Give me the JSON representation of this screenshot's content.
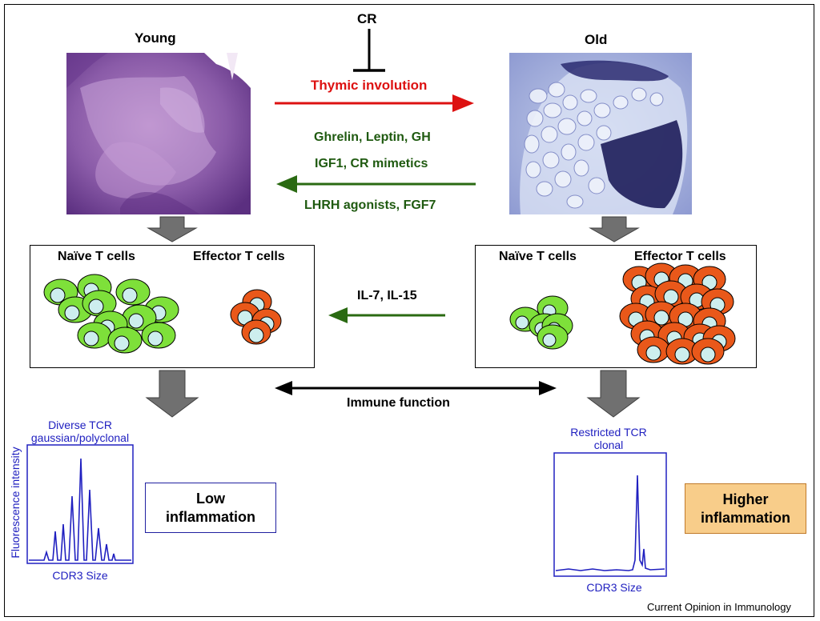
{
  "labels": {
    "young": "Young",
    "old": "Old",
    "cr": "CR",
    "thymic_involution": "Thymic involution",
    "factors_line1": "Ghrelin, Leptin, GH",
    "factors_line2": "IGF1, CR mimetics",
    "factors_line3": "LHRH agonists, FGF7",
    "cytokines": "IL-7, IL-15",
    "immune_function": "Immune function"
  },
  "left_cells": {
    "naive_label": "Naïve T cells",
    "effector_label": "Effector T cells"
  },
  "right_cells": {
    "naive_label": "Naïve T cells",
    "effector_label": "Effector T cells"
  },
  "left_tcr": {
    "title_line1": "Diverse TCR",
    "title_line2": "gaussian/polyclonal",
    "ylabel": "Fluorescence intensity",
    "xlabel": "CDR3 Size"
  },
  "right_tcr": {
    "title_line1": "Restricted TCR",
    "title_line2": "clonal",
    "xlabel": "CDR3 Size"
  },
  "left_inflammation": {
    "line1": "Low",
    "line2": "inflammation"
  },
  "right_inflammation": {
    "line1": "Higher",
    "line2": "inflammation"
  },
  "footer": "Current Opinion in Immunology",
  "colors": {
    "involution_arrow": "#dd1111",
    "rejuvenation_arrow": "#2a6a12",
    "green_text": "#1f5a10",
    "naive_cell": "#7ee03a",
    "effector_cell": "#e9581a",
    "nucleus": "#cdeeee",
    "tcr_trace": "#2020c0",
    "high_inflammation_fill": "#f8cd8a"
  }
}
